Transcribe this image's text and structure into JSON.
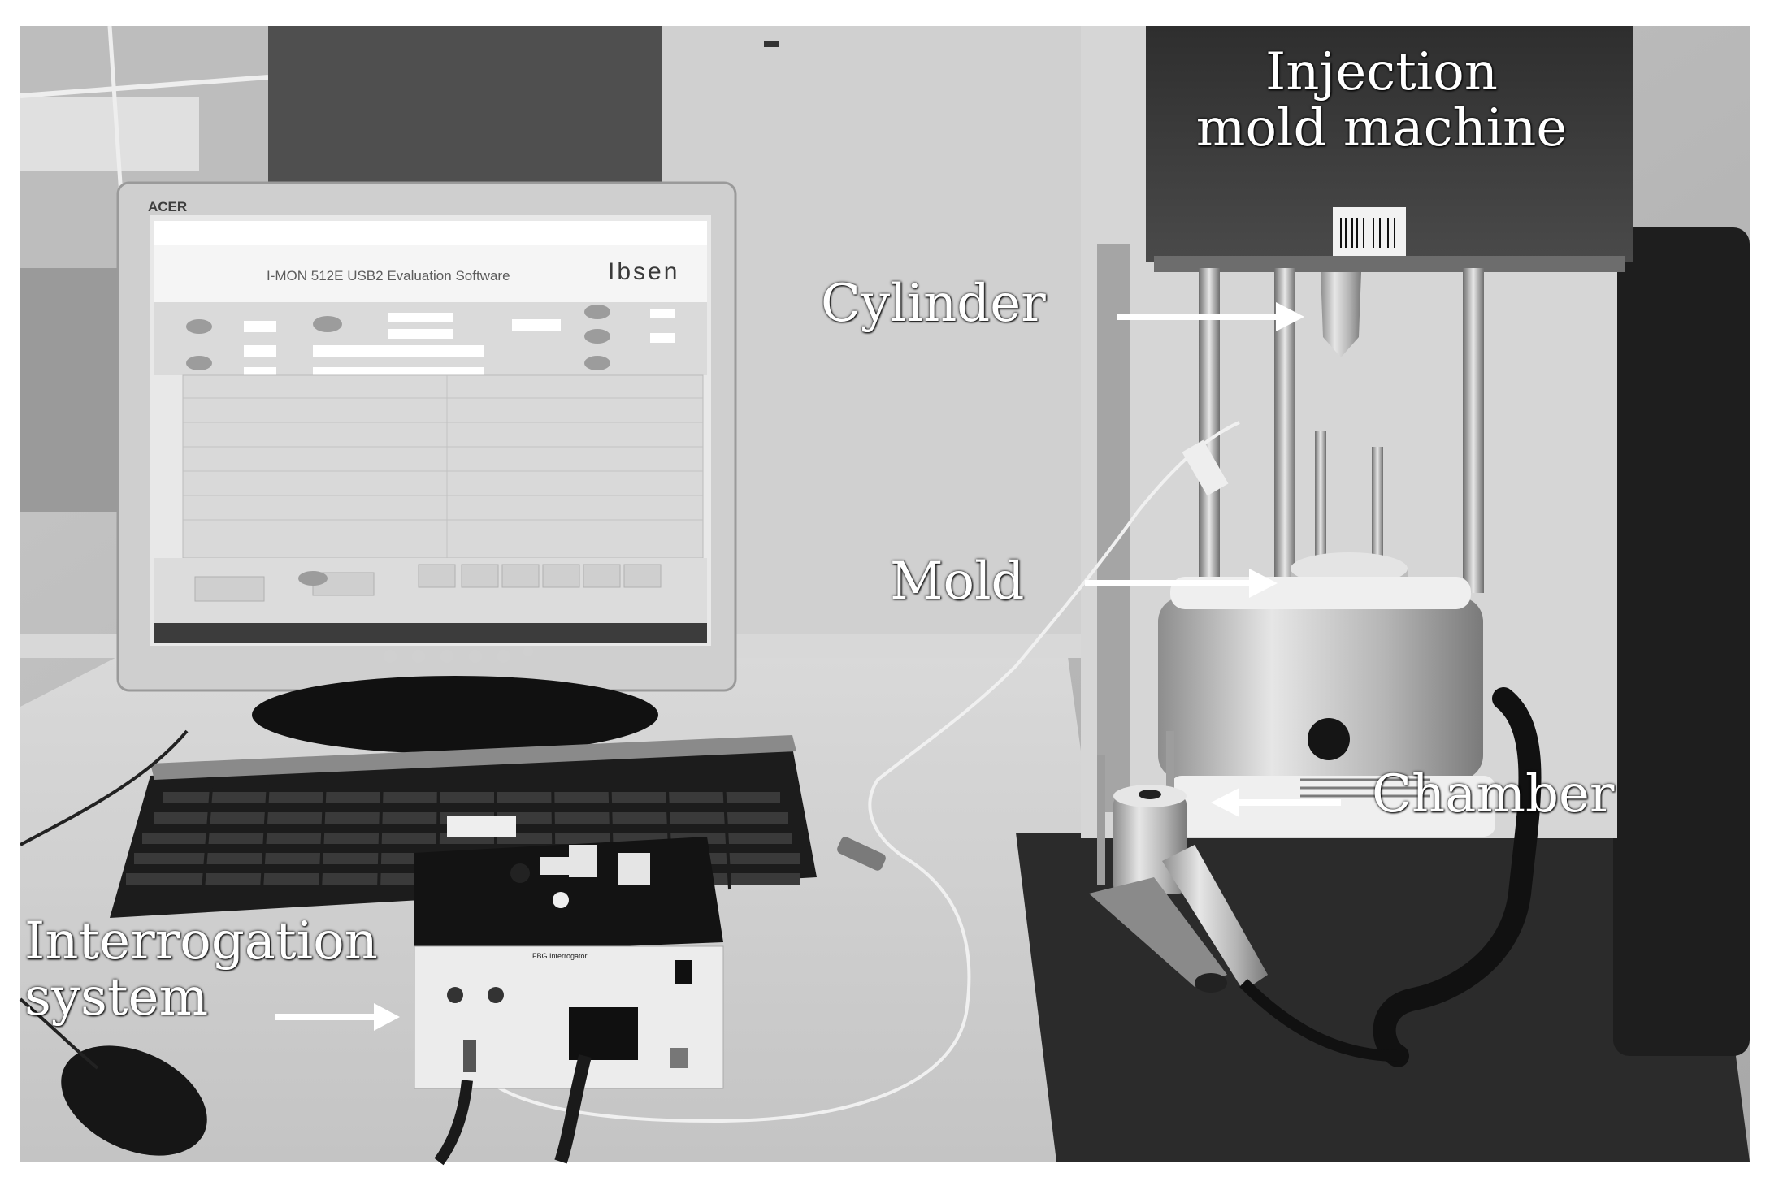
{
  "labels": {
    "injection_line1": "Injection",
    "injection_line2": "mold machine",
    "cylinder": "Cylinder",
    "mold": "Mold",
    "chamber": "Chamber",
    "interrogation_line1": "Interrogation",
    "interrogation_line2": "system"
  },
  "screen": {
    "title": "I-MON 512E USB2 Evaluation Software",
    "brand": "Ibsen"
  },
  "monitor": {
    "brand": "ACER"
  },
  "device": {
    "title": "FBG Interrogator"
  },
  "colors": {
    "label_text": "#ffffff",
    "arrow": "#ffffff",
    "frame": "#ffffff"
  }
}
